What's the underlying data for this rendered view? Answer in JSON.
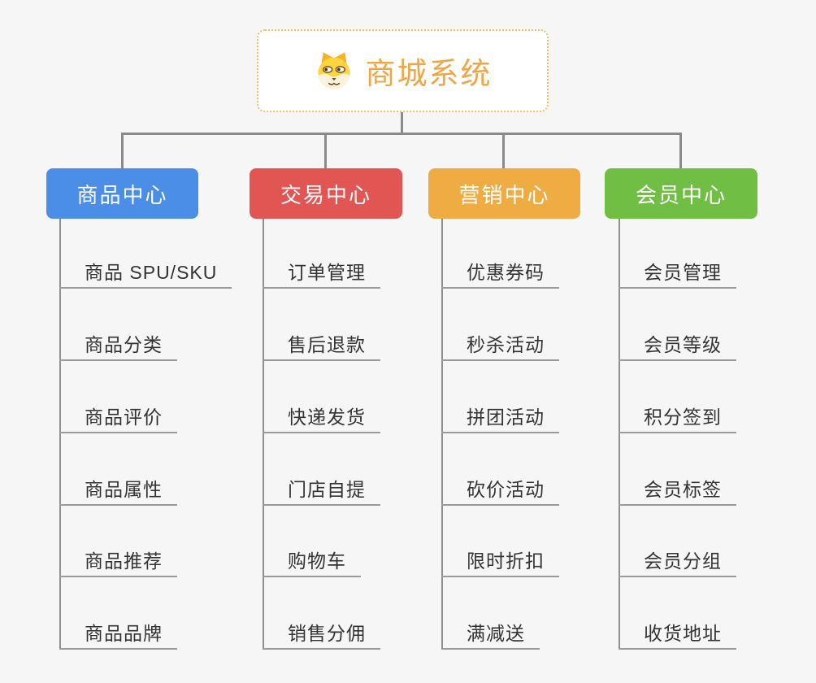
{
  "root": {
    "title": "商城系统",
    "icon": "dog-face-icon",
    "text_color": "#f0a644",
    "border_color": "#f5bd68"
  },
  "connector_color": "#8a8a8a",
  "branches": [
    {
      "label": "商品中心",
      "color": "#4a8ee8",
      "children": [
        "商品 SPU/SKU",
        "商品分类",
        "商品评价",
        "商品属性",
        "商品推荐",
        "商品品牌"
      ]
    },
    {
      "label": "交易中心",
      "color": "#e15552",
      "children": [
        "订单管理",
        "售后退款",
        "快递发货",
        "门店自提",
        "购物车",
        "销售分佣"
      ]
    },
    {
      "label": "营销中心",
      "color": "#efac42",
      "children": [
        "优惠券码",
        "秒杀活动",
        "拼团活动",
        "砍价活动",
        "限时折扣",
        "满减送"
      ]
    },
    {
      "label": "会员中心",
      "color": "#70be44",
      "children": [
        "会员管理",
        "会员等级",
        "积分签到",
        "会员标签",
        "会员分组",
        "收货地址"
      ]
    }
  ]
}
